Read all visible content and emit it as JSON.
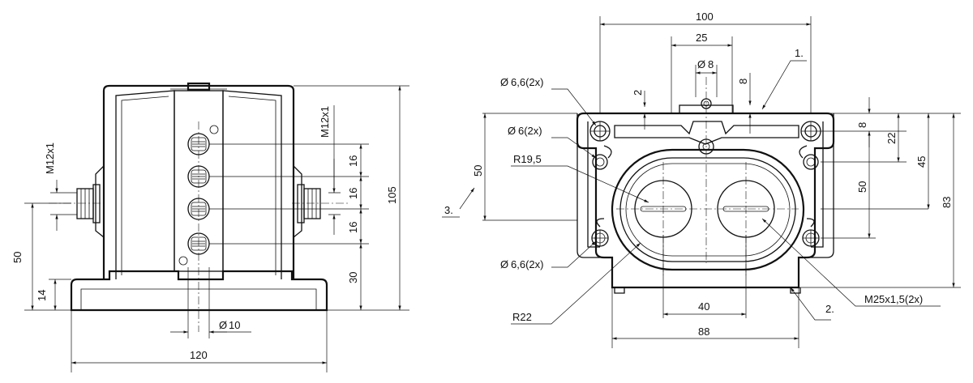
{
  "left_view": {
    "dims": {
      "thread_vertical": "M12x1",
      "thread_left": "M12x1",
      "pitch_1": "16",
      "pitch_2": "16",
      "pitch_3": "16",
      "height_30": "30",
      "height_105": "105",
      "height_50": "50",
      "height_14": "14",
      "dia_10": "10",
      "width_120": "120"
    }
  },
  "right_view": {
    "dims": {
      "width_100": "100",
      "width_25": "25",
      "dia_8": "8",
      "gap_2": "2",
      "gap_8_top": "8",
      "dia_66_top": "6,6(2x)",
      "dia_6": "6(2x)",
      "radius_195": "R19,5",
      "height_50_left": "50",
      "right_8": "8",
      "right_22": "22",
      "right_45": "45",
      "right_50": "50",
      "right_83": "83",
      "dia_66_bottom": "6,6(2x)",
      "radius_22": "R22",
      "spacing_40": "40",
      "width_88": "88",
      "thread_m25": "M25x1,5(2x)"
    },
    "callouts": {
      "c1": "1.",
      "c2": "2.",
      "c3": "3."
    }
  },
  "symbols": {
    "diameter": "Ø"
  }
}
